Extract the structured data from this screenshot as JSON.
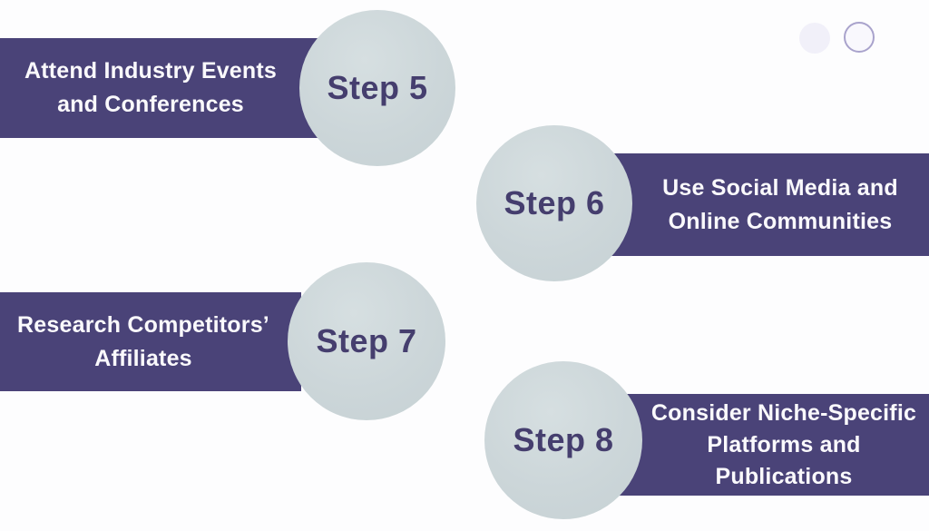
{
  "slide": {
    "type": "steps-infographic",
    "background_color": "#fdfdfe",
    "banner_color": "#4a4378",
    "banner_text_color": "#faf9fc",
    "circle_color": "#ccd6d9",
    "step_label_color": "#453e6e",
    "dot_outline_color": "#a9a3cc"
  },
  "steps": [
    {
      "id": "step-5",
      "number_label": "Step 5",
      "side": "left",
      "title_lines": [
        "Attend Industry Events",
        "and Conferences"
      ]
    },
    {
      "id": "step-6",
      "number_label": "Step 6",
      "side": "right",
      "title_lines": [
        "Use Social Media and",
        "Online Communities"
      ]
    },
    {
      "id": "step-7",
      "number_label": "Step 7",
      "side": "left",
      "title_lines": [
        "Research Competitors’",
        "Affiliates"
      ]
    },
    {
      "id": "step-8",
      "number_label": "Step 8",
      "side": "right",
      "title_lines": [
        "Consider Niche-Specific",
        "Platforms and",
        "Publications"
      ]
    }
  ]
}
